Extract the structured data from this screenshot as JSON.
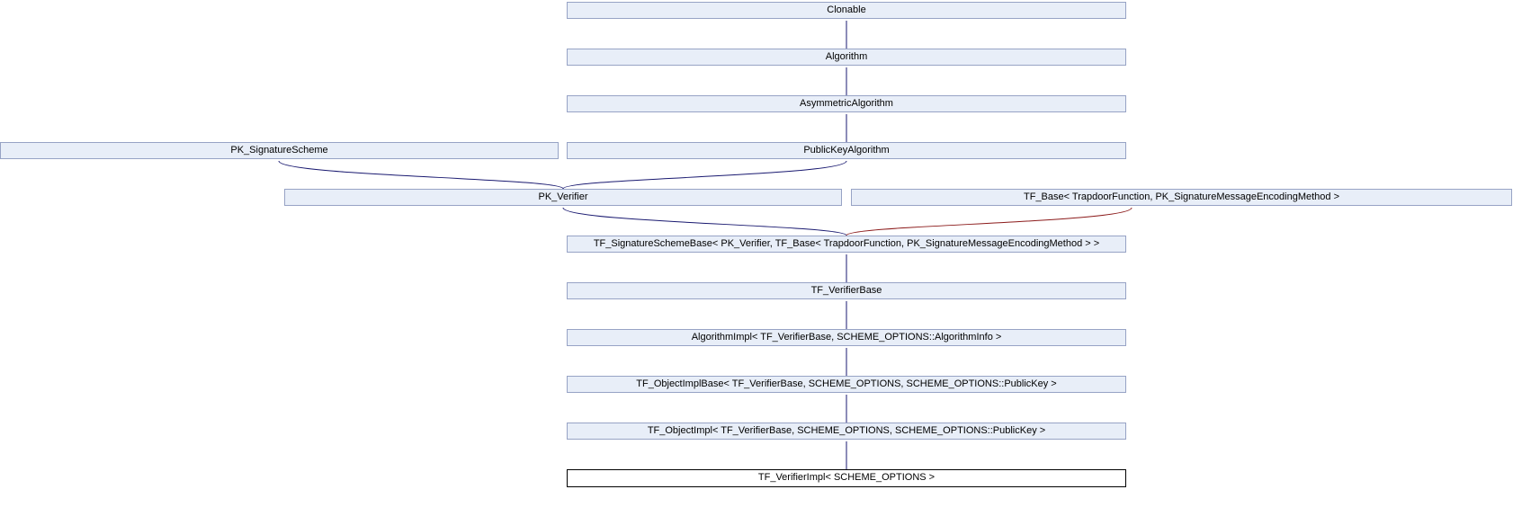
{
  "diagram": {
    "kind": "class-inheritance-graph",
    "current_class": "TF_VerifierImpl< SCHEME_OPTIONS >"
  },
  "nodes": [
    {
      "id": "clonable",
      "label": "Clonable"
    },
    {
      "id": "algorithm",
      "label": "Algorithm"
    },
    {
      "id": "asymmetric-algorithm",
      "label": "AsymmetricAlgorithm"
    },
    {
      "id": "pk-signature-scheme",
      "label": "PK_SignatureScheme"
    },
    {
      "id": "public-key-algorithm",
      "label": "PublicKeyAlgorithm"
    },
    {
      "id": "pk-verifier",
      "label": "PK_Verifier"
    },
    {
      "id": "tf-base",
      "label": "TF_Base< TrapdoorFunction, PK_SignatureMessageEncodingMethod >"
    },
    {
      "id": "tf-signature-scheme-base",
      "label": "TF_SignatureSchemeBase< PK_Verifier, TF_Base< TrapdoorFunction, PK_SignatureMessageEncodingMethod > >"
    },
    {
      "id": "tf-verifier-base",
      "label": "TF_VerifierBase"
    },
    {
      "id": "algorithm-impl",
      "label": "AlgorithmImpl< TF_VerifierBase, SCHEME_OPTIONS::AlgorithmInfo >"
    },
    {
      "id": "tf-object-impl-base",
      "label": "TF_ObjectImplBase< TF_VerifierBase, SCHEME_OPTIONS, SCHEME_OPTIONS::PublicKey >"
    },
    {
      "id": "tf-object-impl",
      "label": "TF_ObjectImpl< TF_VerifierBase, SCHEME_OPTIONS, SCHEME_OPTIONS::PublicKey >"
    },
    {
      "id": "tf-verifier-impl",
      "label": "TF_VerifierImpl< SCHEME_OPTIONS >",
      "current": true
    }
  ],
  "edges": [
    {
      "from": "algorithm",
      "to": "clonable",
      "type": "inheritance"
    },
    {
      "from": "asymmetric-algorithm",
      "to": "algorithm",
      "type": "inheritance"
    },
    {
      "from": "public-key-algorithm",
      "to": "asymmetric-algorithm",
      "type": "inheritance"
    },
    {
      "from": "pk-verifier",
      "to": "pk-signature-scheme",
      "type": "inheritance"
    },
    {
      "from": "pk-verifier",
      "to": "public-key-algorithm",
      "type": "inheritance"
    },
    {
      "from": "tf-signature-scheme-base",
      "to": "pk-verifier",
      "type": "inheritance"
    },
    {
      "from": "tf-signature-scheme-base",
      "to": "tf-base",
      "type": "template"
    },
    {
      "from": "tf-verifier-base",
      "to": "tf-signature-scheme-base",
      "type": "inheritance"
    },
    {
      "from": "algorithm-impl",
      "to": "tf-verifier-base",
      "type": "inheritance"
    },
    {
      "from": "tf-object-impl-base",
      "to": "algorithm-impl",
      "type": "inheritance"
    },
    {
      "from": "tf-object-impl",
      "to": "tf-object-impl-base",
      "type": "inheritance"
    },
    {
      "from": "tf-verifier-impl",
      "to": "tf-object-impl",
      "type": "inheritance"
    }
  ],
  "colors": {
    "node_fill": "#e8eef8",
    "node_border": "#97a3c5",
    "current_node_fill": "#ffffff",
    "current_node_border": "#000000",
    "inheritance_edge": "#191970",
    "template_edge": "#8b1a1a",
    "background": "#ffffff"
  }
}
